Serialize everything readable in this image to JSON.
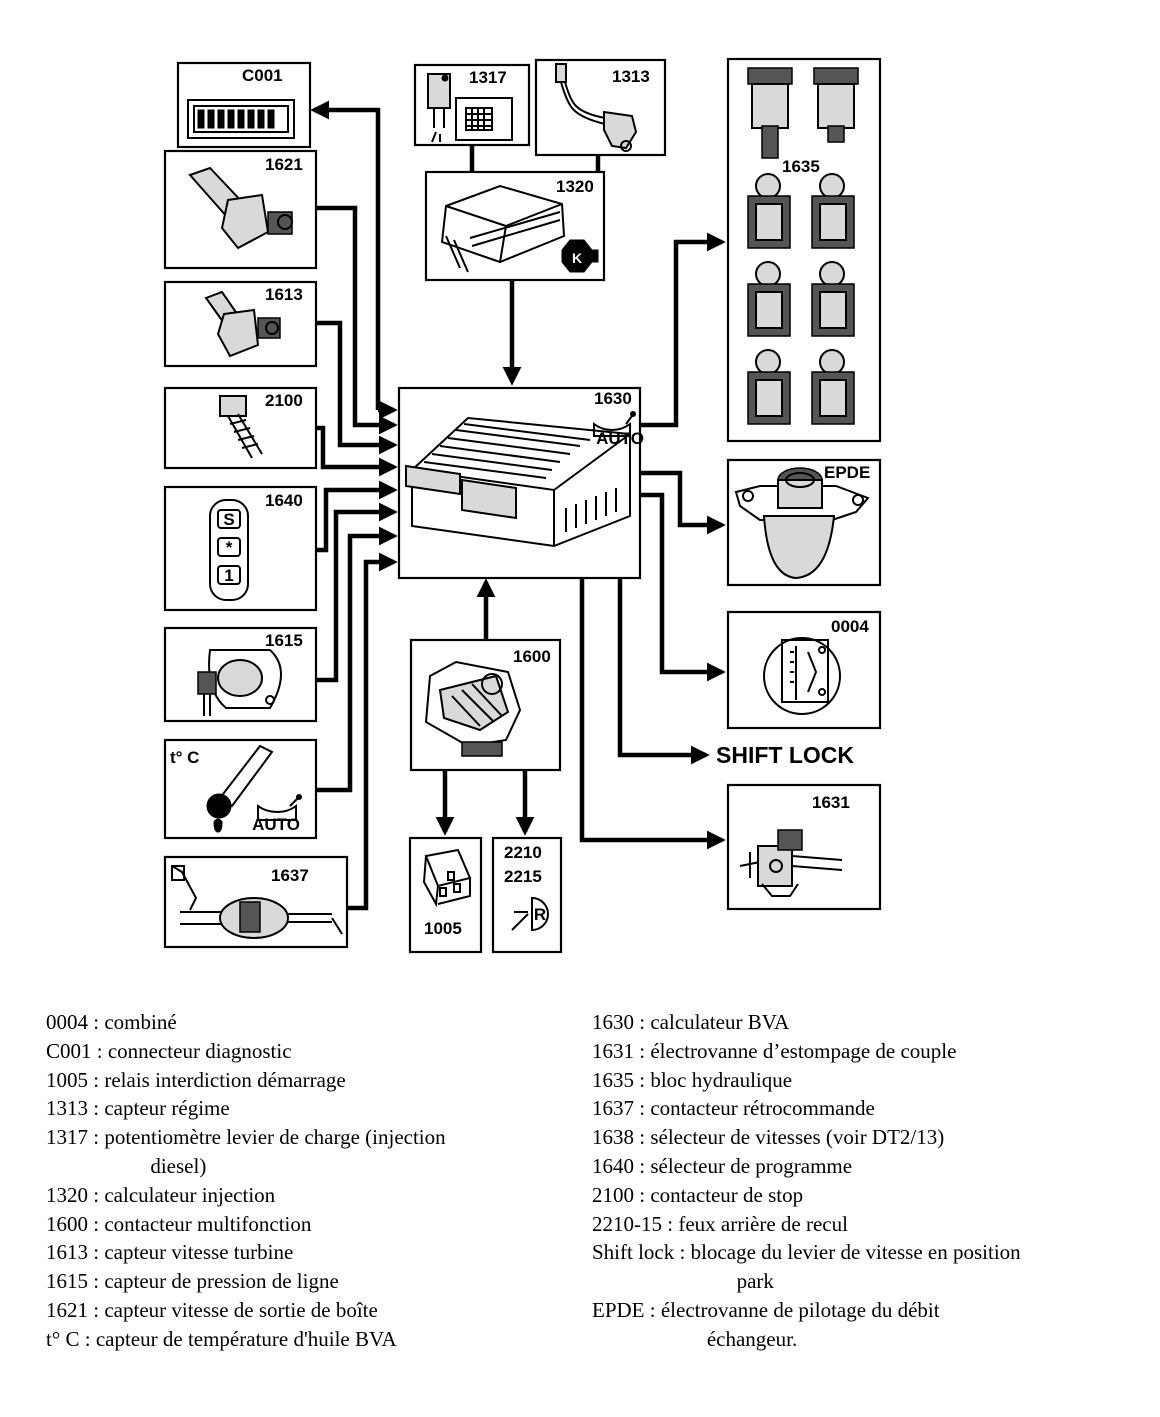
{
  "components": {
    "c001": "C001",
    "c1621": "1621",
    "c1613": "1613",
    "c2100": "2100",
    "c1640": "1640",
    "c1615": "1615",
    "tc": "t° C",
    "c1637": "1637",
    "c1317": "1317",
    "c1313": "1313",
    "c1320": "1320",
    "c1630": "1630",
    "c1600": "1600",
    "c1005": "1005",
    "c2210": "2210",
    "c2215": "2215",
    "c1635": "1635",
    "epde": "EPDE",
    "c0004": "0004",
    "c1631": "1631"
  },
  "symbols": {
    "auto": "AUTO",
    "selector_s": "S",
    "selector_star": "*",
    "selector_1": "1",
    "reverse_r": "R",
    "injection_k": "K"
  },
  "shift_lock_label": "SHIFT LOCK",
  "legend": {
    "left": [
      {
        "key": "0004 : ",
        "desc": "combiné"
      },
      {
        "key": "C001 : ",
        "desc": "connecteur diagnostic"
      },
      {
        "key": "1005 : ",
        "desc": "relais interdiction démarrage"
      },
      {
        "key": "1313 : ",
        "desc": "capteur régime"
      },
      {
        "key": "1317 : ",
        "desc": "potentiomètre levier de charge (injection\ndiesel)"
      },
      {
        "key": "1320 : ",
        "desc": "calculateur injection"
      },
      {
        "key": "1600 : ",
        "desc": "contacteur multifonction"
      },
      {
        "key": "1613 : ",
        "desc": "capteur vitesse turbine"
      },
      {
        "key": "1615 : ",
        "desc": "capteur de pression de ligne"
      },
      {
        "key": "1621 : ",
        "desc": "capteur vitesse de sortie de boîte"
      },
      {
        "key": "t° C : ",
        "desc": "capteur de température d'huile BVA"
      }
    ],
    "right": [
      {
        "key": "1630 : ",
        "desc": "calculateur BVA"
      },
      {
        "key": "1631 : ",
        "desc": "électrovanne d’estompage de couple"
      },
      {
        "key": "1635 : ",
        "desc": "bloc hydraulique"
      },
      {
        "key": "1637 : ",
        "desc": "contacteur rétrocommande"
      },
      {
        "key": "1638 : ",
        "desc": "sélecteur de vitesses (voir DT2/13)"
      },
      {
        "key": "1640 : ",
        "desc": "sélecteur de programme"
      },
      {
        "key": "2100 : ",
        "desc": "contacteur de stop"
      },
      {
        "key": "2210-15 : ",
        "desc": "feux arrière de recul"
      },
      {
        "key": "Shift lock : ",
        "desc": "blocage du levier de vitesse en position\npark"
      },
      {
        "key": "EPDE : ",
        "desc": "électrovanne de pilotage du débit\néchangeur."
      }
    ]
  }
}
